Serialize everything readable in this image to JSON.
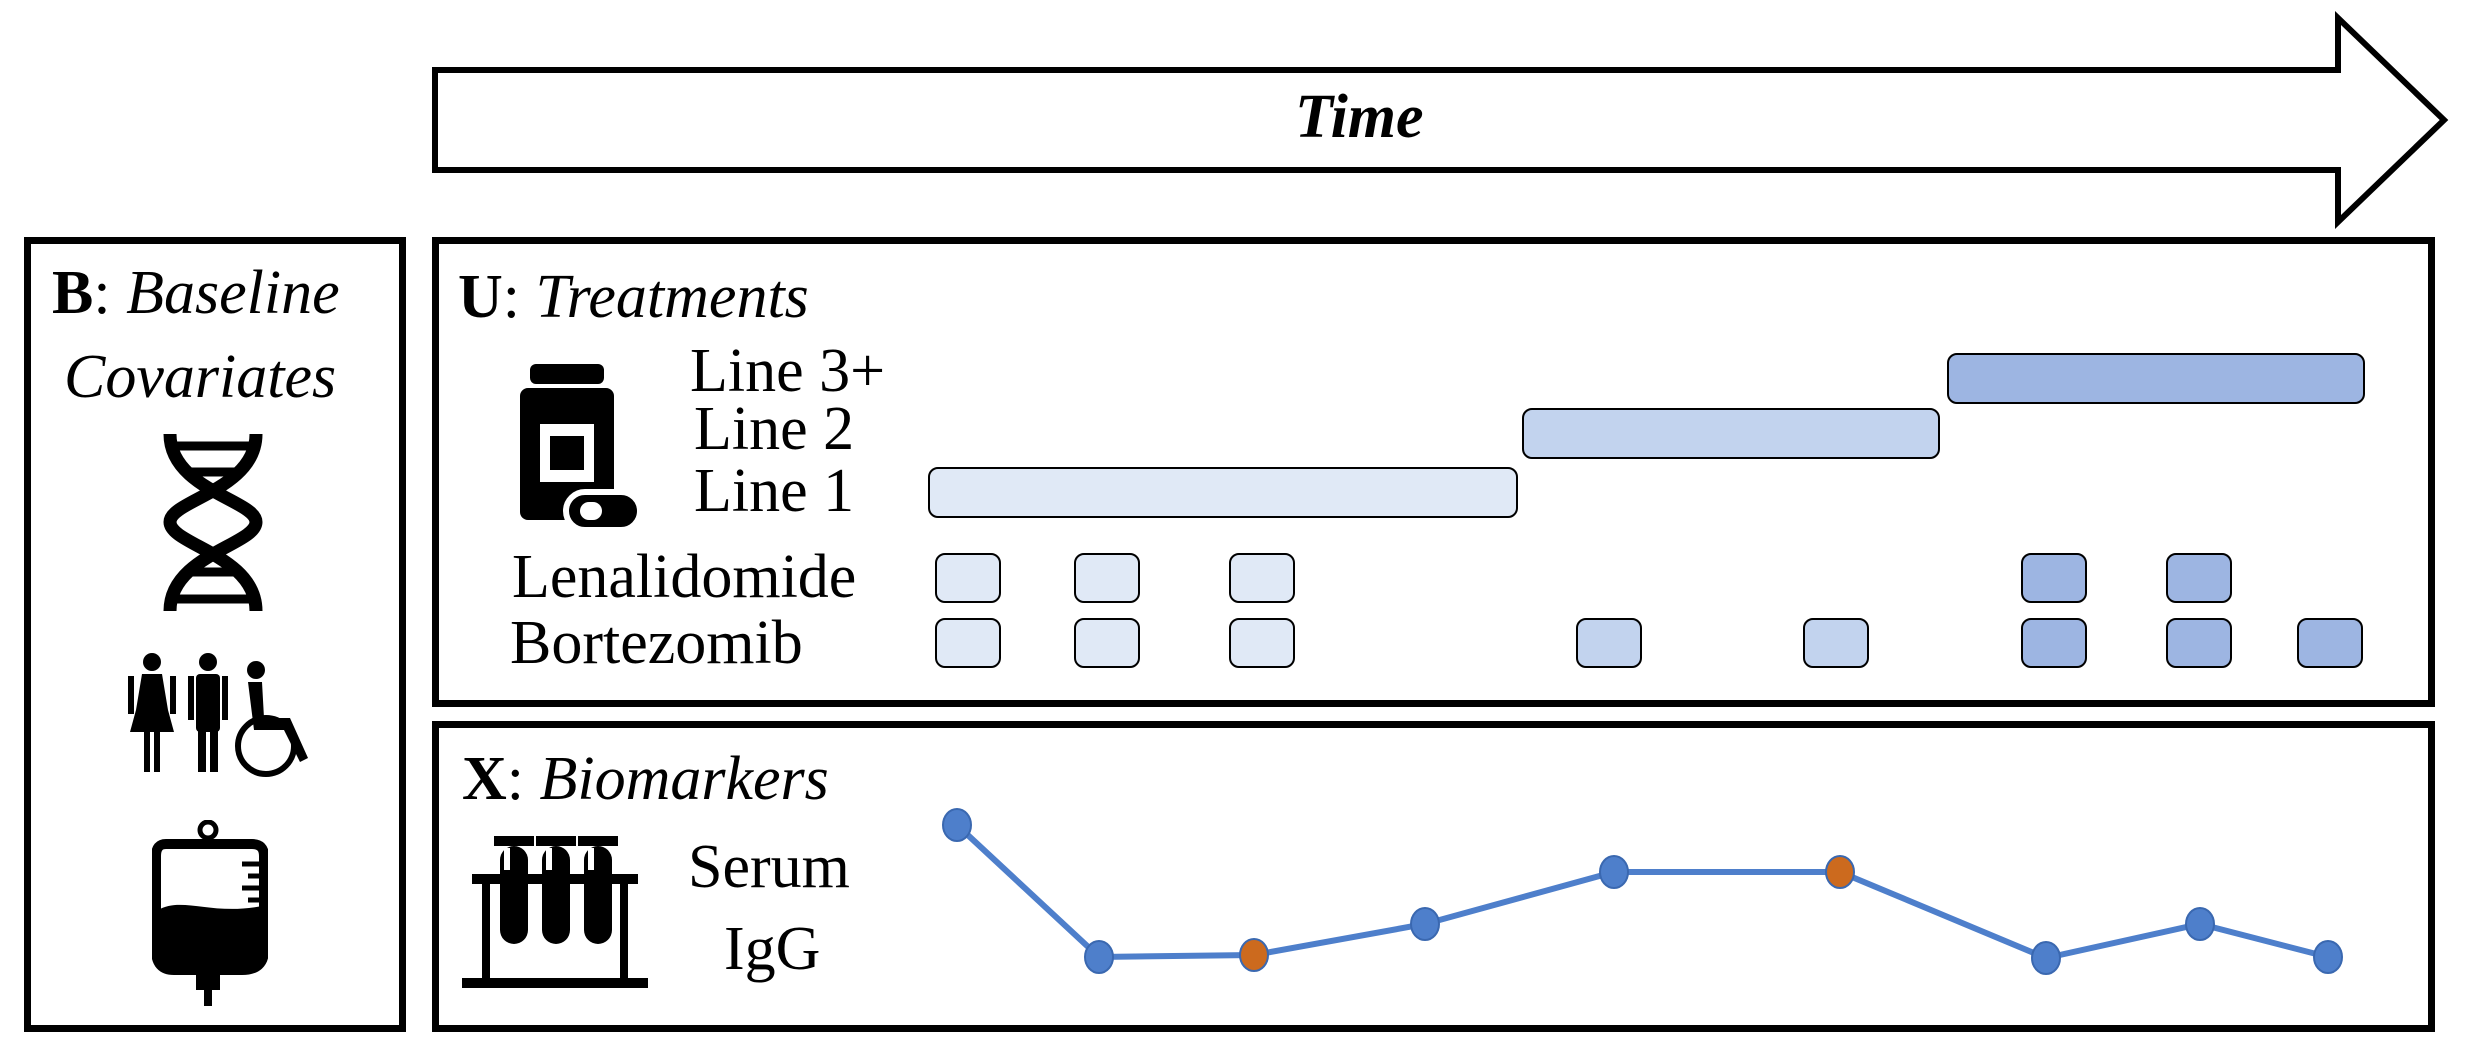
{
  "time_label": "Time",
  "baseline": {
    "prefix": "B",
    "separator": ":",
    "line1": "Baseline",
    "line2": "Covariates",
    "icons": [
      "dna-icon",
      "people-icon",
      "wheelchair-icon",
      "iv-bag-icon"
    ]
  },
  "treatments": {
    "prefix": "U",
    "separator": ":",
    "name": "Treatments",
    "icon": "pill-bottle-icon",
    "lines": [
      {
        "label": "Line 3+",
        "color": "#9db5e2"
      },
      {
        "label": "Line 2",
        "color": "#c2d3ee"
      },
      {
        "label": "Line 1",
        "color": "#e0e9f6"
      }
    ],
    "drugs": [
      {
        "label": "Lenalidomide"
      },
      {
        "label": "Bortezomib"
      }
    ]
  },
  "biomarkers": {
    "prefix": "X",
    "separator": ":",
    "name": "Biomarkers",
    "icon": "test-tubes-icon",
    "series_label_line1": "Serum",
    "series_label_line2": "IgG",
    "line_color": "#4e7fcb",
    "point_colors": {
      "observed": "#4e7fcb",
      "highlighted": "#cc6a1e"
    }
  }
}
